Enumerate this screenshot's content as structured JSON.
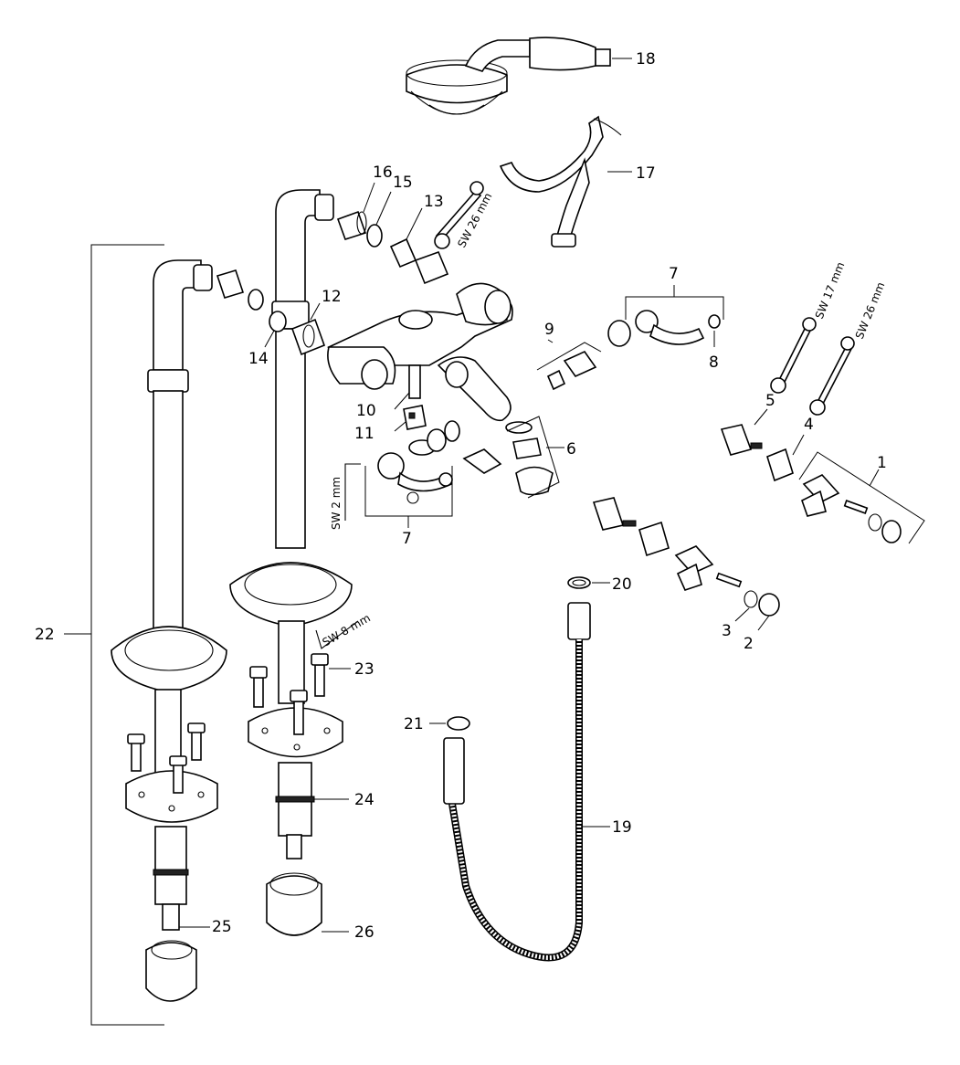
{
  "callouts": {
    "c1": "1",
    "c2": "2",
    "c3": "3",
    "c4": "4",
    "c5": "5",
    "c6": "6",
    "c7a": "7",
    "c7b": "7",
    "c8": "8",
    "c9": "9",
    "c10": "10",
    "c11": "11",
    "c12": "12",
    "c13": "13",
    "c14": "14",
    "c15": "15",
    "c16": "16",
    "c17": "17",
    "c18": "18",
    "c19": "19",
    "c20": "20",
    "c21": "21",
    "c22": "22",
    "c23": "23",
    "c24": "24",
    "c25": "25",
    "c26": "26"
  },
  "tools": {
    "sw26_top": "SW 26 mm",
    "sw17": "SW 17 mm",
    "sw26_right": "SW 26 mm",
    "sw2": "SW 2 mm",
    "sw8": "SW 8 mm"
  }
}
